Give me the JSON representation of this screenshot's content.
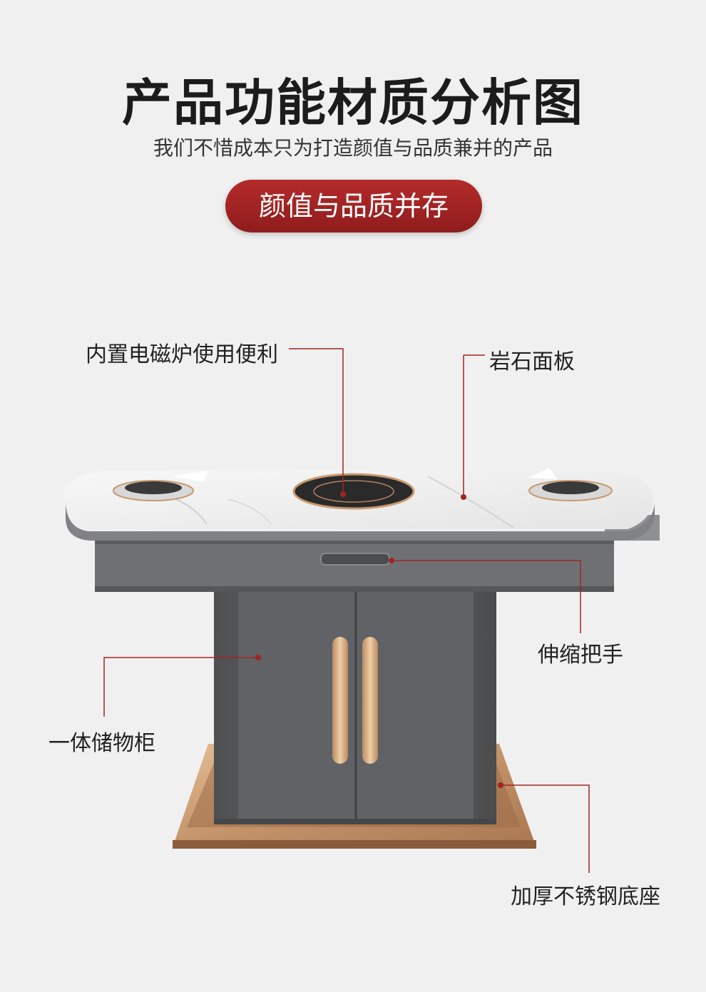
{
  "header": {
    "title": "产品功能材质分析图",
    "subtitle": "我们不惜成本只为打造颜值与品质兼并的产品",
    "badge": "颜值与品质并存"
  },
  "callouts": {
    "induction": "内置电磁炉使用便利",
    "stone_top": "岩石面板",
    "handle": "伸缩把手",
    "cabinet": "一体储物柜",
    "base": "加厚不锈钢底座"
  },
  "colors": {
    "background": "#f0f0f0",
    "accent_red": "#a32424",
    "gold": "#c99a6e",
    "cabinet_grey": "#5c5e60"
  }
}
